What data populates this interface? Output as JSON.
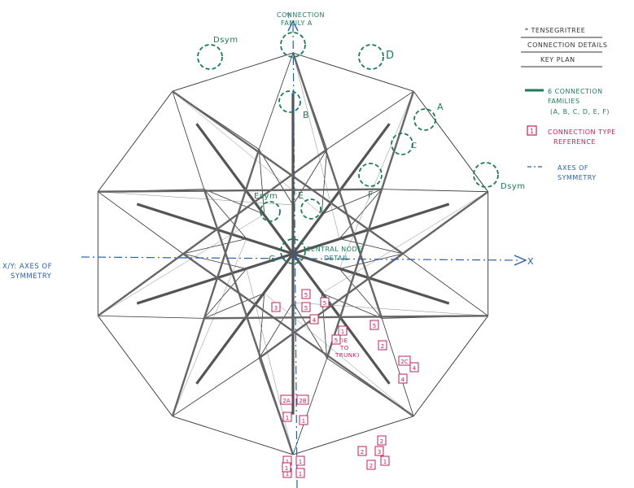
{
  "title_block": {
    "line1": "* TENSEGRITREE",
    "line2": "CONNECTION DETAILS",
    "line3": "KEY PLAN"
  },
  "legend": {
    "families_line1": "6 CONNECTION",
    "families_line2": "FAMILIES",
    "families_line3": "(A, B, C, D, E, F)",
    "type_box": "1",
    "type_line1": "CONNECTION TYPE",
    "type_line2": "REFERENCE",
    "sym_line1": "AXES OF",
    "sym_line2": "SYMMETRY"
  },
  "axes": {
    "y": "Y",
    "x": "X",
    "left_line1": "X/Y: AXES OF",
    "left_line2": "SYMMETRY"
  },
  "family_labels": {
    "top_line1": "CONNECTION",
    "top_line2": "FAMILY A",
    "b": "B",
    "d": "D",
    "dsym_left": "Dsym",
    "dsym_right": "Dsym",
    "a": "A",
    "c": "C",
    "f": "F",
    "esym": "Esym",
    "e": "E",
    "g": "G",
    "central_line1": "CENTRAL NODE",
    "central_line2": "DETAIL"
  },
  "note": {
    "line1": "(TIE",
    "line2": "TO",
    "line3": "TRUNK)"
  },
  "ref_tags": [
    "5",
    "5",
    "3",
    "4",
    "5",
    "5",
    "1",
    "2",
    "5",
    "2C",
    "4",
    "4",
    "2A",
    "2B",
    "1",
    "1",
    "1",
    "1",
    "1",
    "1",
    "2",
    "2",
    "3",
    "1",
    "2",
    "1"
  ],
  "colors": {
    "green": "#1f7a5a",
    "blue": "#2a5fa6",
    "red": "#c0205a",
    "line": "#333333"
  }
}
